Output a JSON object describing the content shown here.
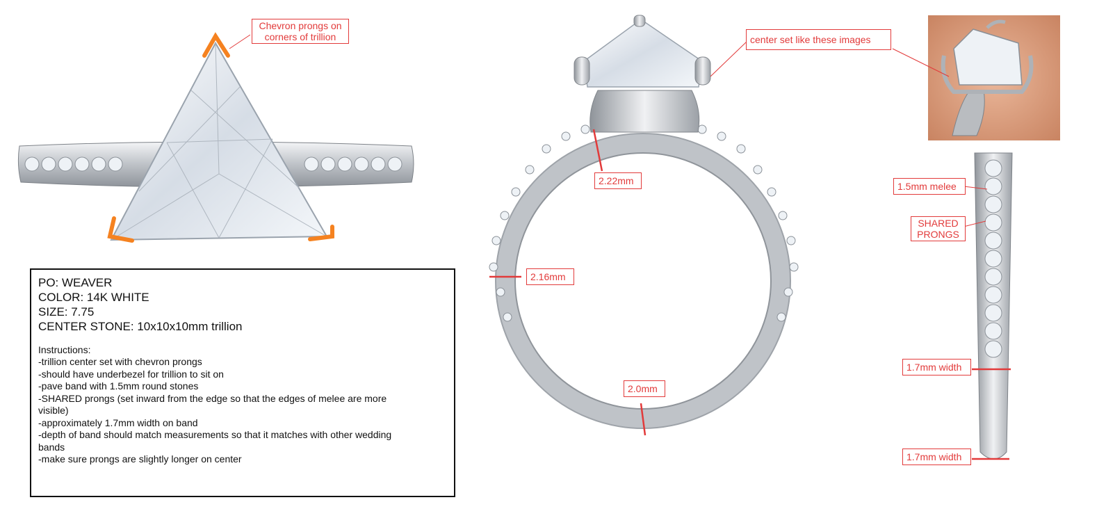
{
  "colors": {
    "annotation": "#e23a3a",
    "chevron_marker": "#f58220",
    "metal": "#c8cbd0",
    "stone": "#e9eef4",
    "skin": "#d89a7a"
  },
  "callouts": {
    "chevron": [
      "Chevron prongs on",
      "corners of trillion"
    ],
    "center_set": "center set like these images",
    "head_height": "2.22mm",
    "band_side": "2.16mm",
    "band_bottom": "2.0mm",
    "melee": "1.5mm melee",
    "shared": [
      "SHARED",
      "PRONGS"
    ],
    "width_top": "1.7mm width",
    "width_bottom": "1.7mm width"
  },
  "spec": {
    "po": "PO: WEAVER",
    "color": "COLOR: 14K WHITE",
    "size": "SIZE: 7.75",
    "center_stone": "CENTER STONE: 10x10x10mm trillion",
    "instructions_title": "Instructions:",
    "instructions": [
      "-trillion center set with chevron prongs",
      "-should have underbezel for trillion to sit on",
      "-pave band with 1.5mm round stones",
      "-SHARED prongs (set inward from the edge so that the edges of melee are more",
      "visible)",
      "-approximately 1.7mm width on band",
      "-depth of band should match measurements so that it matches with other wedding",
      "bands",
      "-make sure prongs are slightly longer on center"
    ]
  }
}
